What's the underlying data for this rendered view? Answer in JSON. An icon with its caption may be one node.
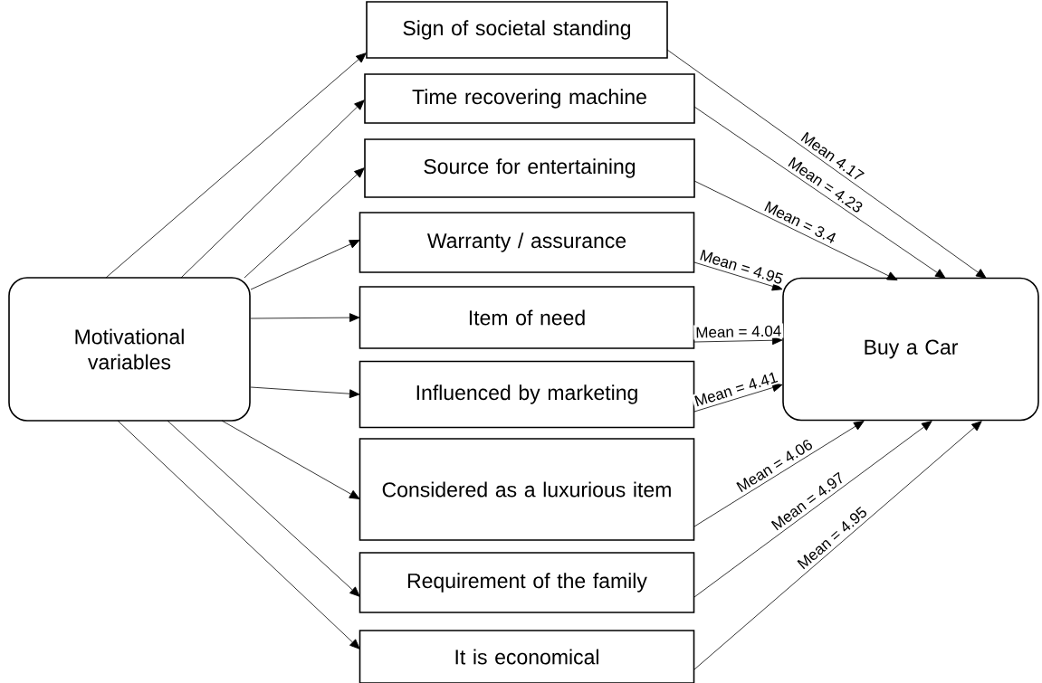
{
  "diagram": {
    "nodes": [
      {
        "text": [
          "Motivational variables"
        ]
      },
      {
        "text": [
          "Sign of societal standing"
        ]
      },
      {
        "text": [
          "Time recovering machine"
        ]
      },
      {
        "text": [
          "Source for entertaining"
        ]
      },
      {
        "text": [
          "Warranty / assurance"
        ]
      },
      {
        "text": [
          "Item of need"
        ]
      },
      {
        "text": [
          "Influenced by marketing"
        ]
      },
      {
        "text": [
          "Considered as a luxurious item"
        ]
      },
      {
        "text": [
          "Requirement of the family"
        ]
      },
      {
        "text": [
          "It is economical"
        ]
      },
      {
        "text": [
          "Buy a Car"
        ]
      }
    ],
    "edges": [
      {
        "from": 0,
        "to": 1,
        "arrow": "to"
      },
      {
        "from": 0,
        "to": 2,
        "arrow": "to"
      },
      {
        "from": 0,
        "to": 3,
        "arrow": "to"
      },
      {
        "from": 0,
        "to": 4,
        "arrow": "to"
      },
      {
        "from": 0,
        "to": 5,
        "arrow": "to"
      },
      {
        "from": 0,
        "to": 6,
        "arrow": "to"
      },
      {
        "from": 0,
        "to": 7,
        "arrow": "to"
      },
      {
        "from": 0,
        "to": 8,
        "arrow": "to"
      },
      {
        "from": 0,
        "to": 9,
        "arrow": "to"
      },
      {
        "from": 1,
        "to": 10,
        "arrow": "to",
        "label": "Mean 4.17"
      },
      {
        "from": 2,
        "to": 10,
        "arrow": "to",
        "label": "Mean = 4.23"
      },
      {
        "from": 3,
        "to": 10,
        "arrow": "to",
        "label": "Mean = 3.4"
      },
      {
        "from": 4,
        "to": 10,
        "arrow": "to",
        "label": "Mean = 4.95"
      },
      {
        "from": 5,
        "to": 10,
        "arrow": "to",
        "label": "Mean = 4.04"
      },
      {
        "from": 6,
        "to": 10,
        "arrow": "to",
        "label": "Mean = 4.41"
      },
      {
        "from": 7,
        "to": 10,
        "arrow": "to",
        "label": "Mean = 4.06"
      },
      {
        "from": 8,
        "to": 10,
        "arrow": "to",
        "label": "Mean = 4.97"
      },
      {
        "from": 9,
        "to": 10,
        "arrow": "to",
        "label": "Mean = 4.95"
      }
    ]
  }
}
